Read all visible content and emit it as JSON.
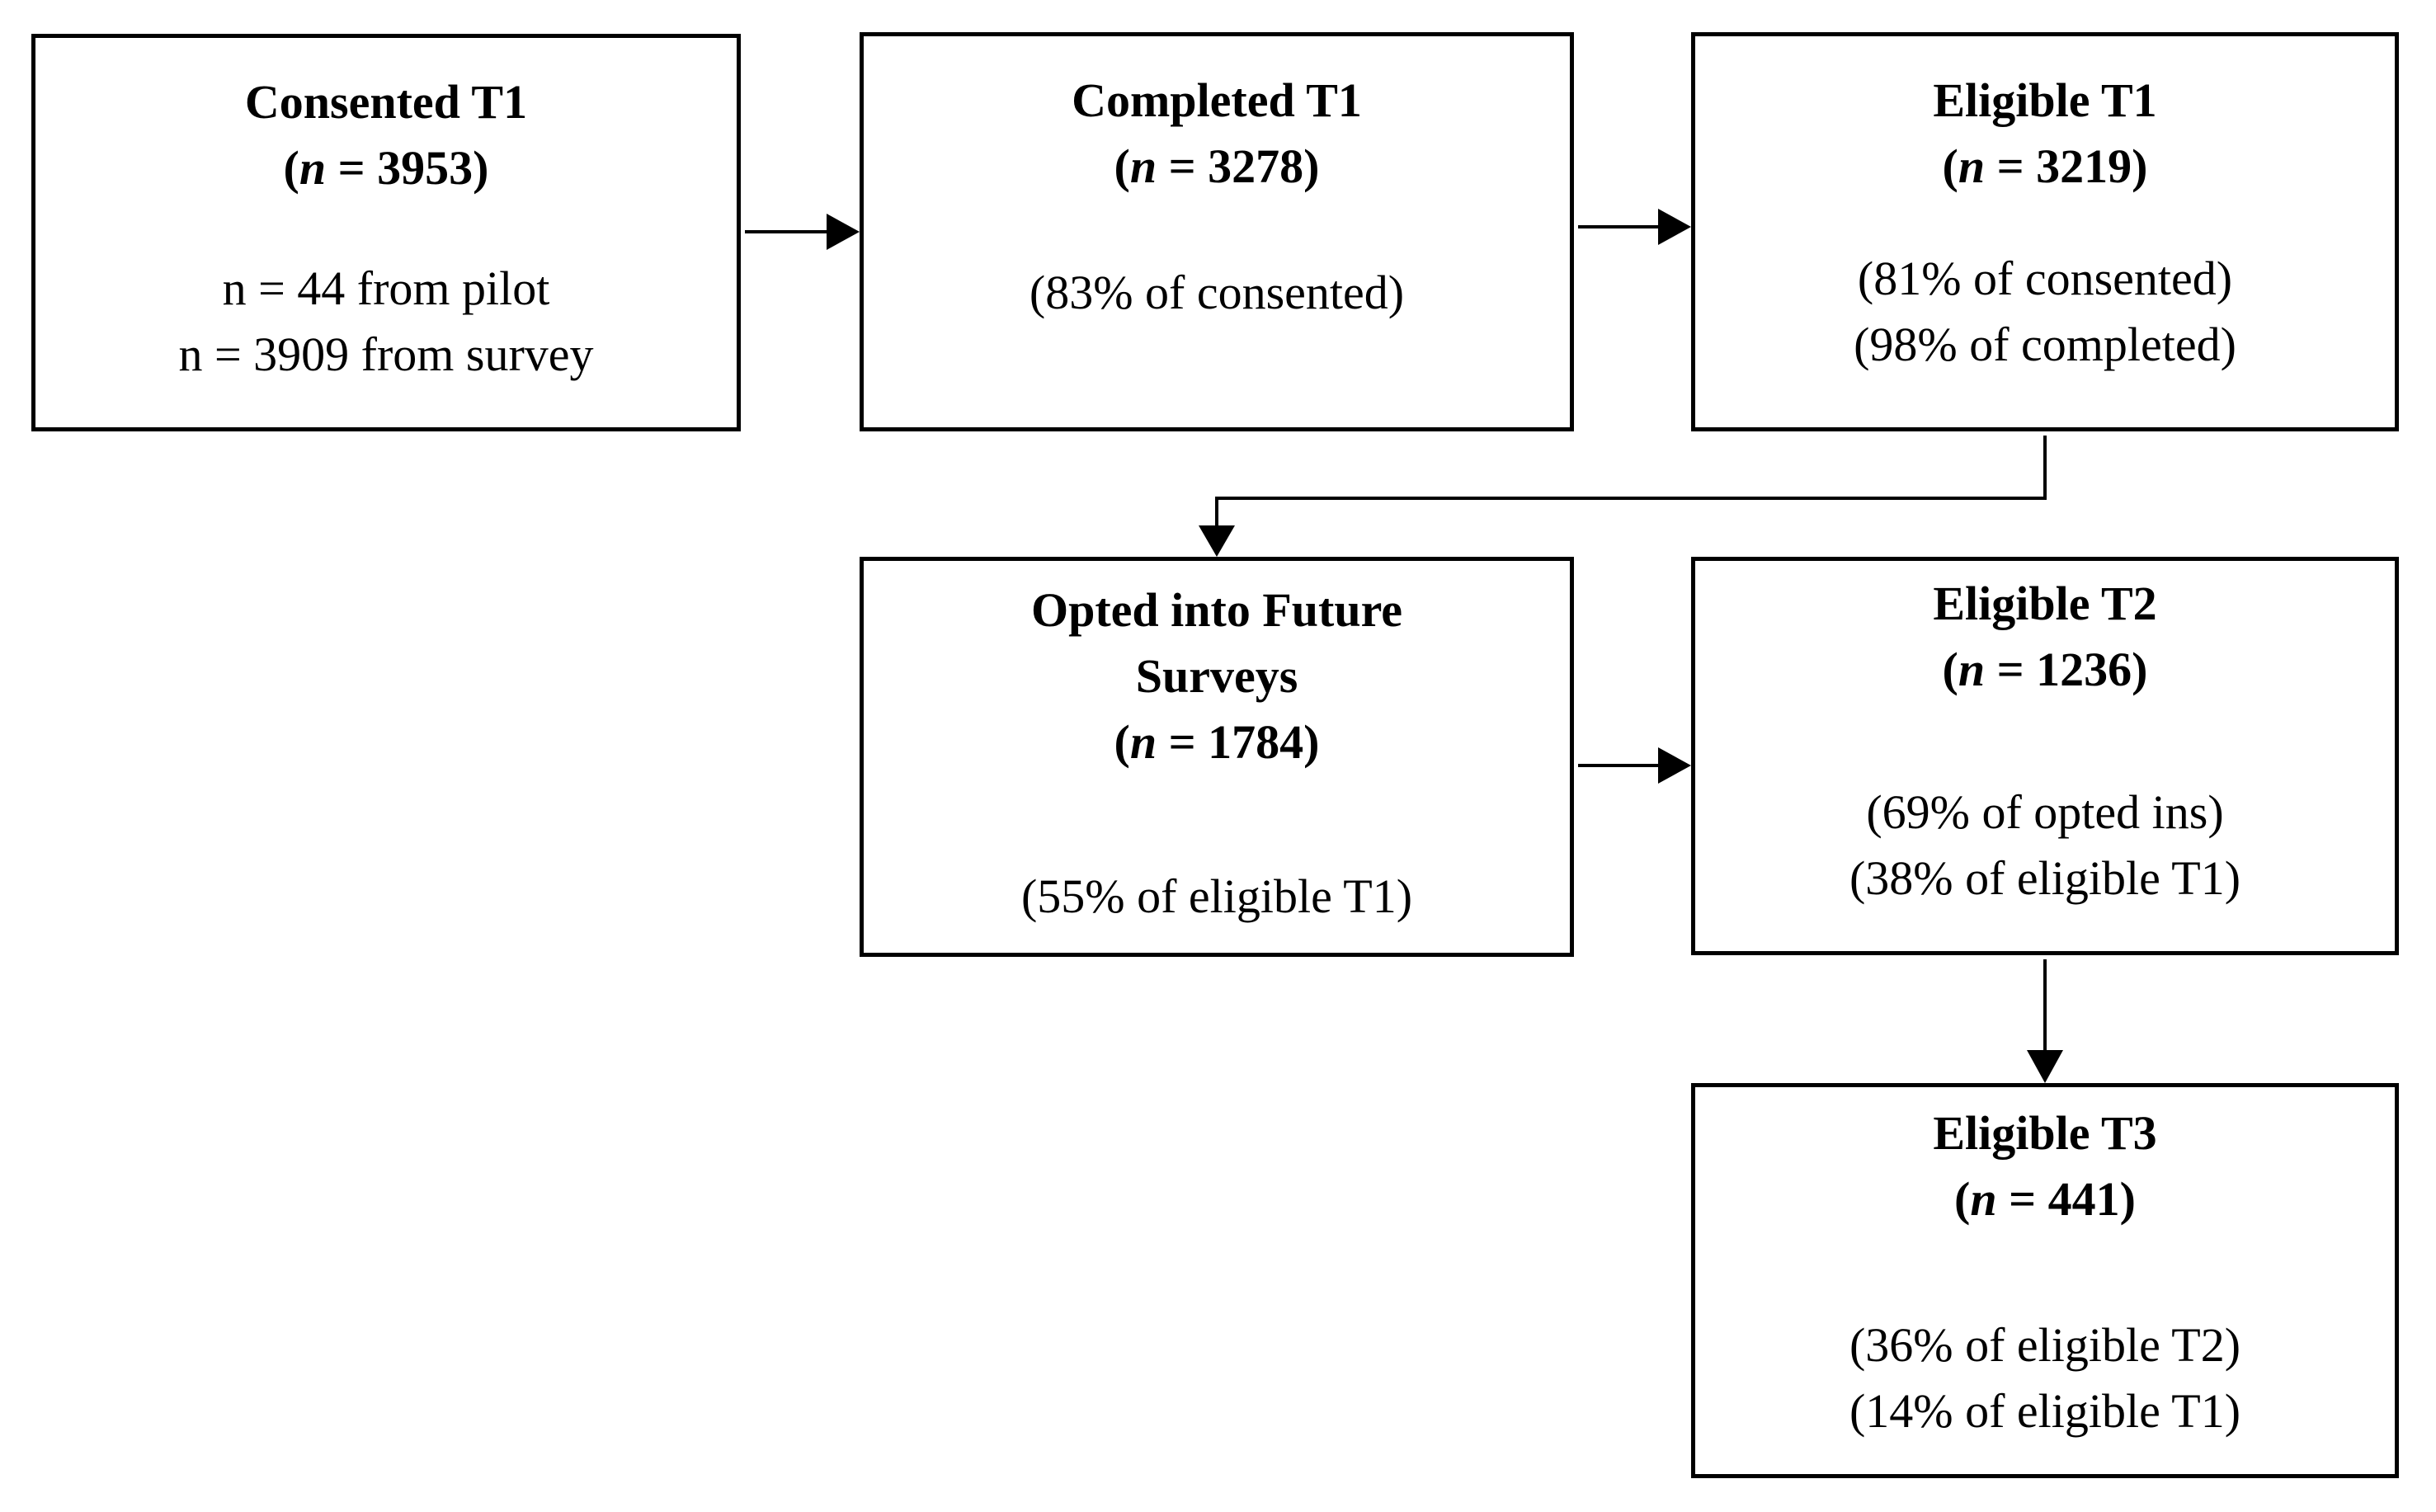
{
  "figure": {
    "type": "flowchart",
    "description": "Participant flow diagram across survey waves T1-T3",
    "background_color": "#ffffff",
    "line_color": "#000000",
    "text_color": "#000000"
  },
  "boxes": [
    {
      "id": "consented-t1",
      "title_lines": [
        "Consented T1"
      ],
      "n_open": "(",
      "n_var": "n",
      "n_rest": " = 3953)",
      "notes": [
        "n = 44 from pilot",
        "n = 3909 from survey"
      ]
    },
    {
      "id": "completed-t1",
      "title_lines": [
        "Completed T1"
      ],
      "n_open": "(",
      "n_var": "n",
      "n_rest": " = 3278)",
      "notes": [
        "(83% of consented)"
      ]
    },
    {
      "id": "eligible-t1",
      "title_lines": [
        "Eligible T1"
      ],
      "n_open": "(",
      "n_var": "n",
      "n_rest": " = 3219)",
      "notes": [
        "(81% of consented)",
        "(98% of completed)"
      ]
    },
    {
      "id": "opted-into-future-surveys",
      "title_lines": [
        "Opted into Future",
        "Surveys"
      ],
      "n_open": "(",
      "n_var": "n",
      "n_rest": " = 1784)",
      "notes": [
        "(55% of eligible T1)"
      ]
    },
    {
      "id": "eligible-t2",
      "title_lines": [
        "Eligible T2"
      ],
      "n_open": "(",
      "n_var": "n",
      "n_rest": " = 1236)",
      "notes": [
        "(69% of opted ins)",
        "(38% of eligible T1)"
      ]
    },
    {
      "id": "eligible-t3",
      "title_lines": [
        "Eligible T3"
      ],
      "n_open": "(",
      "n_var": "n",
      "n_rest": " = 441)",
      "notes": [
        "(36% of eligible T2)",
        "(14% of eligible T1)"
      ]
    }
  ],
  "arrows": [
    {
      "from": "consented-t1",
      "to": "completed-t1"
    },
    {
      "from": "completed-t1",
      "to": "eligible-t1"
    },
    {
      "from": "eligible-t1",
      "to": "opted-into-future-surveys"
    },
    {
      "from": "opted-into-future-surveys",
      "to": "eligible-t2"
    },
    {
      "from": "eligible-t2",
      "to": "eligible-t3"
    }
  ]
}
